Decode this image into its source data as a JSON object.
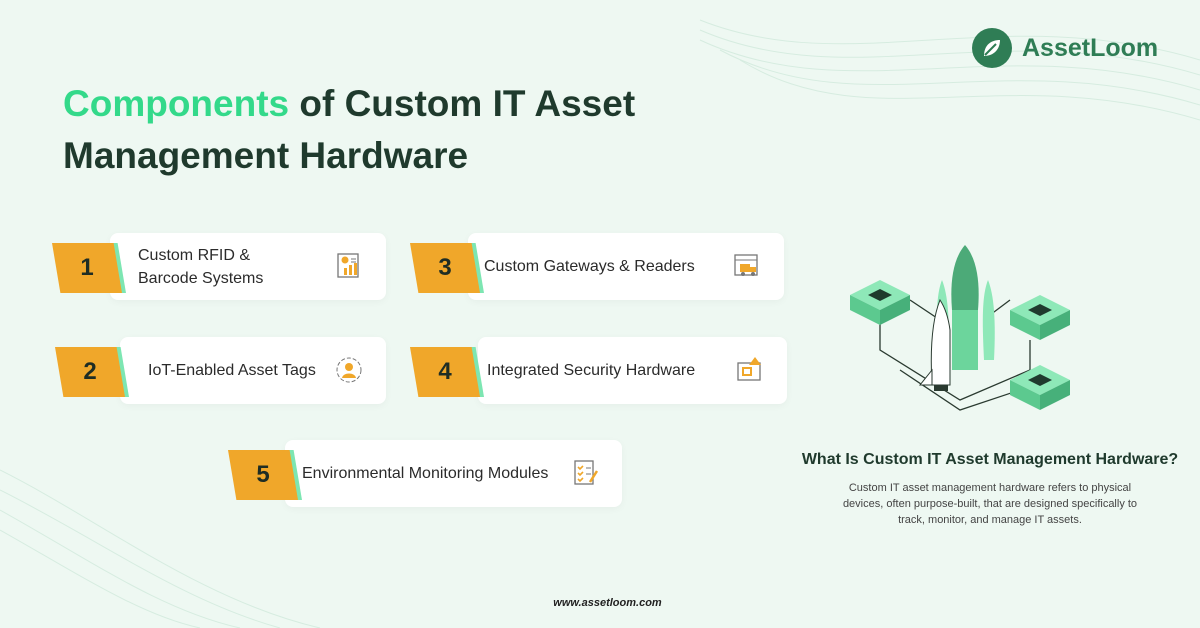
{
  "brand": {
    "name": "AssetLoom"
  },
  "title": {
    "highlight": "Components",
    "rest": " of Custom IT Asset Management Hardware"
  },
  "components": [
    {
      "number": "1",
      "label": "Custom RFID & Barcode Systems",
      "icon": "report-chart-icon"
    },
    {
      "number": "2",
      "label": "IoT-Enabled Asset Tags",
      "icon": "user-target-icon"
    },
    {
      "number": "3",
      "label": "Custom Gateways & Readers",
      "icon": "delivery-truck-icon"
    },
    {
      "number": "4",
      "label": "Integrated Security Hardware",
      "icon": "blueprint-icon"
    },
    {
      "number": "5",
      "label": "Environmental Monitoring Modules",
      "icon": "checklist-icon"
    }
  ],
  "definition": {
    "heading": "What Is Custom IT Asset Management Hardware?",
    "body": "Custom IT asset management hardware refers to physical devices, often purpose-built, that are designed specifically to track, monitor, and manage IT assets."
  },
  "footer": {
    "url": "www.assetloom.com"
  },
  "colors": {
    "accent": "#33d98a",
    "badge": "#f0a72a",
    "dark": "#1f3a2d",
    "brand": "#2f7d55"
  }
}
